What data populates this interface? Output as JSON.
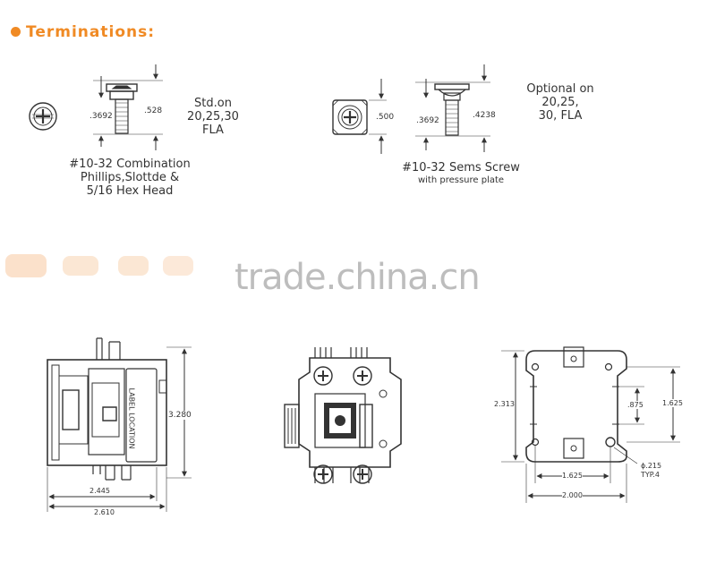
{
  "header": {
    "title": "Terminations:",
    "accent_color": "#f08a24"
  },
  "terminal_std": {
    "dim_left": ".3692",
    "dim_right": ".528",
    "caption_lines": [
      "#10-32 Combination",
      "Phillips,Slottde &",
      "5/16 Hex Head"
    ],
    "note_lines": [
      "Std.on",
      "20,25,30",
      "FLA"
    ]
  },
  "terminal_opt": {
    "dim_head": ".500",
    "dim_left": ".3692",
    "dim_right": ".4238",
    "caption": "#10-32 Sems Screw",
    "subcaption": "with pressure plate",
    "note_lines": [
      "Optional on",
      "20,25,",
      "30, FLA"
    ]
  },
  "watermark": "trade.china.cn",
  "side_view": {
    "label": "LABEL LOCATION",
    "dim_height": "3.280",
    "dim_inner": "2.445",
    "dim_outer": "2.610"
  },
  "bottom_view": {
    "dim_height": "2.313",
    "dim_inner_vert": ".875",
    "dim_outer_vert": "1.625",
    "dim_hole_spacing": "1.625",
    "dim_width": "2.000",
    "hole_note_1": "ϕ.215",
    "hole_note_2": "TYP.4"
  }
}
